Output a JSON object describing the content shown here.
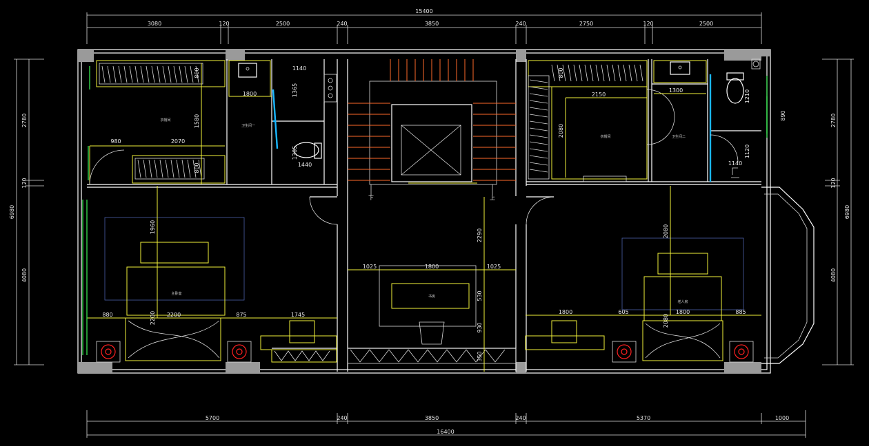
{
  "drawing": {
    "top_dims": {
      "overall": "15400",
      "segments": [
        "3080",
        "120",
        "2500",
        "240",
        "3850",
        "240",
        "2750",
        "120",
        "2500"
      ]
    },
    "bottom_dims": {
      "overall": "16400",
      "segments": [
        "5700",
        "240",
        "3850",
        "240",
        "5370",
        "1000"
      ]
    },
    "left_dims": {
      "overall": "6980",
      "segments": [
        "2780",
        "120",
        "4080"
      ]
    },
    "right_dims": {
      "overall": "6980",
      "segments": [
        "2780",
        "120",
        "4080"
      ]
    },
    "interior_dims": {
      "d1140a": "1140",
      "d1800a": "1800",
      "d1365a": "1365",
      "d1365b": "1365",
      "d1440": "1440",
      "d980": "980",
      "d2070": "2070",
      "d1580": "1580",
      "d800a": "800",
      "d800b": "800",
      "d1960": "1960",
      "d880": "880",
      "d2200a": "2200",
      "d875": "875",
      "d1745": "1745",
      "d2200b": "2200",
      "d1025a": "1025",
      "d1800b": "1800",
      "d1025b": "1025",
      "d2290": "2290",
      "d530": "530",
      "d930": "930",
      "d350": "350",
      "d2150": "2150",
      "d1300": "1300",
      "d2080a": "2080",
      "d1210": "1210",
      "d1120": "1120",
      "d1140b": "1140",
      "d890": "890",
      "d800c": "800",
      "d2080b": "2080",
      "d1800c": "1800",
      "d605": "605",
      "d1800d": "1800",
      "d885": "885",
      "d2080c": "2080"
    },
    "room_labels": {
      "cloak_left": "衣帽间",
      "bath_one": "卫生间一",
      "bed_left": "主卧室",
      "study": "书房",
      "cloak_right": "衣帽间",
      "bath_two": "卫生间二",
      "bed_right": "老人房"
    },
    "stair_labels": {
      "down": "下",
      "up": "上"
    },
    "colors": {
      "background": "#000000",
      "wall": "#ffffff",
      "furniture": "#f2f23a",
      "dimension_text": "#e6e6e6",
      "glass_partition": "#19b6ff",
      "stair": "#ff6a2a",
      "rug": "#4a5fa8",
      "window": "#33d64a",
      "column": "#9a9a9a",
      "ac_unit": "#ff2020"
    }
  }
}
